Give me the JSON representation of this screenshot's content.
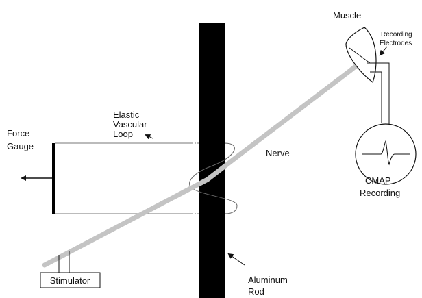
{
  "labels": {
    "muscle": "Muscle",
    "recording_electrodes_1": "Recording",
    "recording_electrodes_2": "Electrodes",
    "elastic_loop_1": "Elastic",
    "elastic_loop_2": "Vascular",
    "elastic_loop_3": "Loop",
    "force_gauge_1": "Force",
    "force_gauge_2": "Gauge",
    "nerve": "Nerve",
    "cmap_1": "CMAP",
    "cmap_2": "Recording",
    "stimulator": "Stimulator",
    "aluminum_rod_1": "Aluminum",
    "aluminum_rod_2": "Rod"
  },
  "colors": {
    "nerve": "#c4c4c4",
    "rod": "#000000",
    "line": "#1a1a1a",
    "loop": "#555555"
  }
}
